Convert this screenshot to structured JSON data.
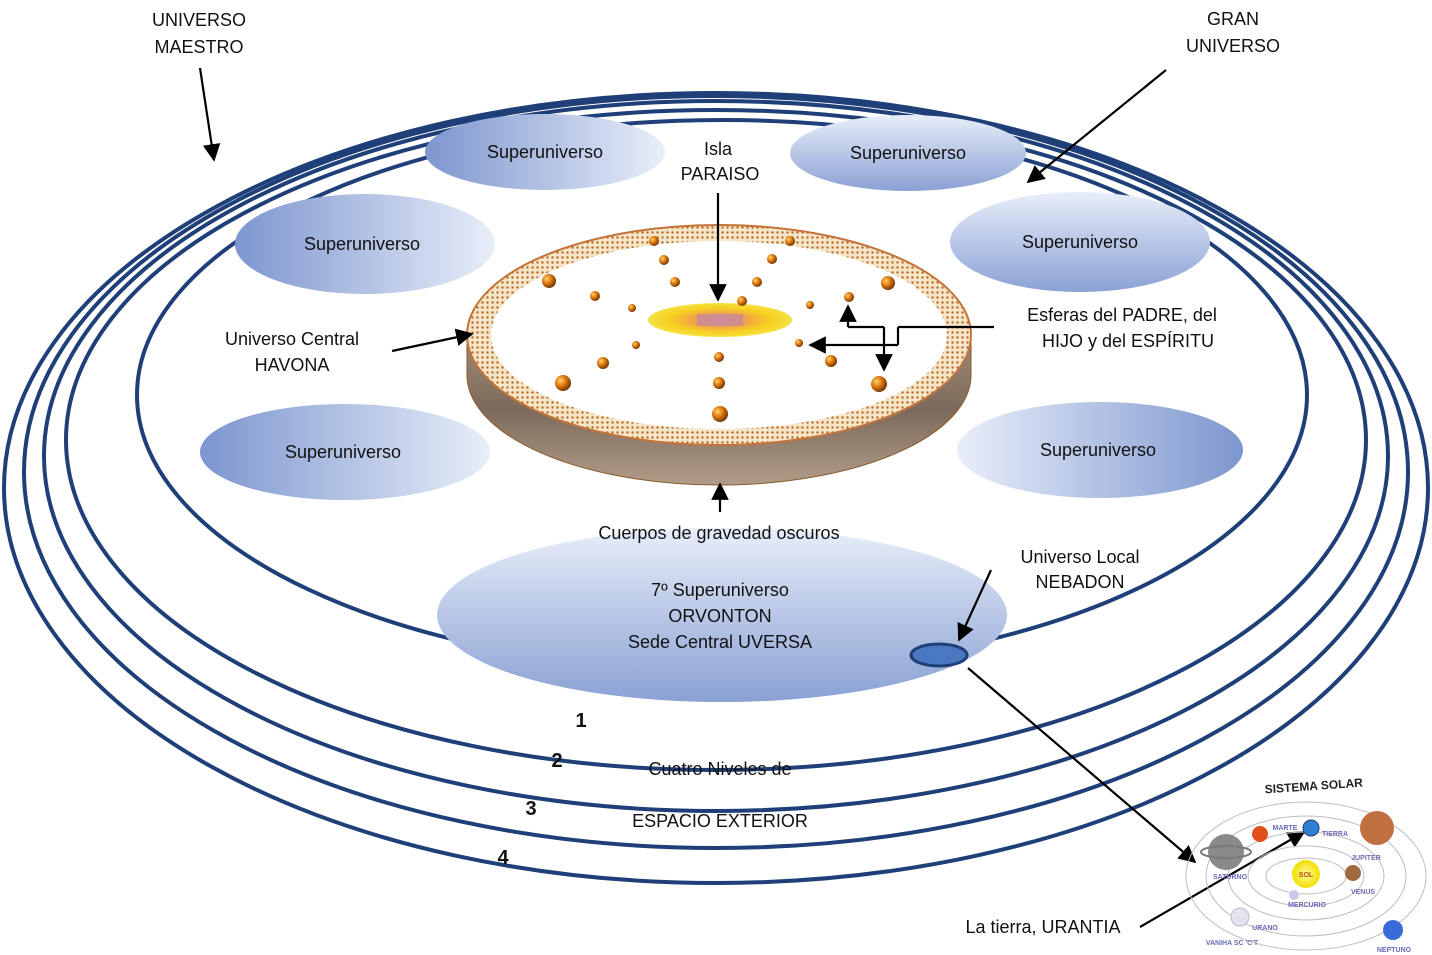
{
  "labels": {
    "universo_maestro": [
      "UNIVERSO",
      "MAESTRO"
    ],
    "gran_universo": [
      "GRAN",
      "UNIVERSO"
    ],
    "isla_paraiso": [
      "Isla",
      "PARAISO"
    ],
    "universo_central": [
      "Universo Central",
      "HAVONA"
    ],
    "esferas": [
      "Esferas del PADRE, del",
      "HIJO y del ESPÍRITU"
    ],
    "cuerpos_gravedad": "Cuerpos de gravedad oscuros",
    "universo_local": [
      "Universo Local",
      "NEBADON"
    ],
    "la_tierra": "La tierra, URANTIA",
    "cuatro_niveles": "Cuatro Niveles de",
    "espacio_exterior": "ESPACIO EXTERIOR"
  },
  "superuniverses": [
    "Superuniverso",
    "Superuniverso",
    "Superuniverso",
    "Superuniverso",
    "Superuniverso",
    "Superuniverso"
  ],
  "orvonton": [
    "7º Superuniverso",
    "ORVONTON",
    "Sede Central UVERSA"
  ],
  "space_levels": [
    "1",
    "2",
    "3",
    "4"
  ],
  "sistema_solar": {
    "title": "SISTEMA SOLAR",
    "bodies": {
      "sun": "SOL",
      "mercury": "MERCURIO",
      "venus": "VENUS",
      "earth": "TIERRA",
      "mars": "MARTE",
      "jupiter": "JUPITER",
      "saturn": "SATURNO",
      "uranus": "URANO",
      "neptune": "NEPTUNO",
      "comet": "VANIHA SC 'C'T"
    }
  },
  "colors": {
    "ring_blue": "#1f3f78",
    "superuniverse_fill": "#a9bde3",
    "paradise_gold": "#f4c100",
    "havona_rim": "#c4743a",
    "sphere_orange": "#e07a10"
  }
}
